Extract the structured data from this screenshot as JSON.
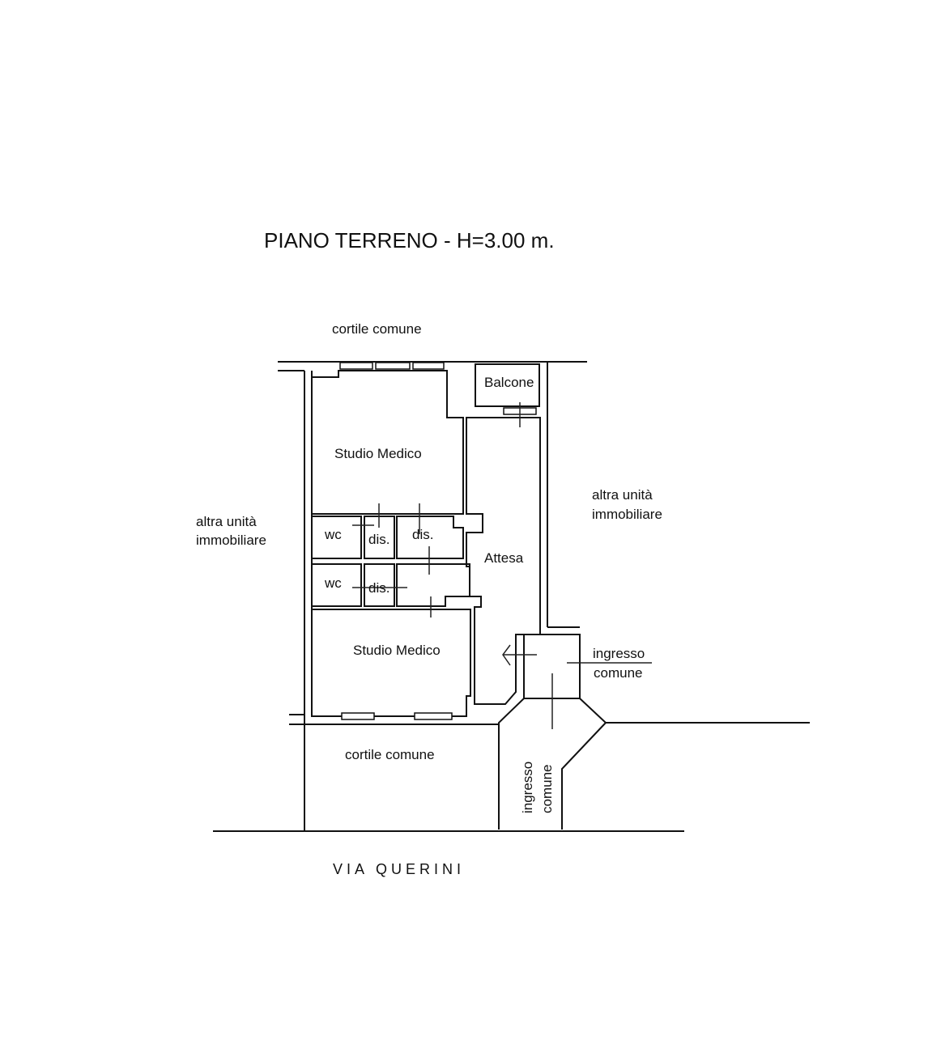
{
  "title": "PIANO TERRENO - H=3.00 m.",
  "street": "VIA QUERINI",
  "labels": {
    "courtyard_top": "cortile comune",
    "courtyard_bottom": "cortile comune",
    "other_unit_left_1": "altra unità",
    "other_unit_left_2": "immobiliare",
    "other_unit_right_1": "altra unità",
    "other_unit_right_2": "immobiliare",
    "balcony": "Balcone",
    "studio_1": "Studio Medico",
    "studio_2": "Studio Medico",
    "wc_1": "wc",
    "wc_2": "wc",
    "dis_1": "dis.",
    "dis_2": "dis.",
    "dis_3": "dis.",
    "waiting": "Attesa",
    "entrance_1": "ingresso",
    "entrance_2": "comune",
    "entrance_v1": "ingresso",
    "entrance_v2": "comune"
  }
}
